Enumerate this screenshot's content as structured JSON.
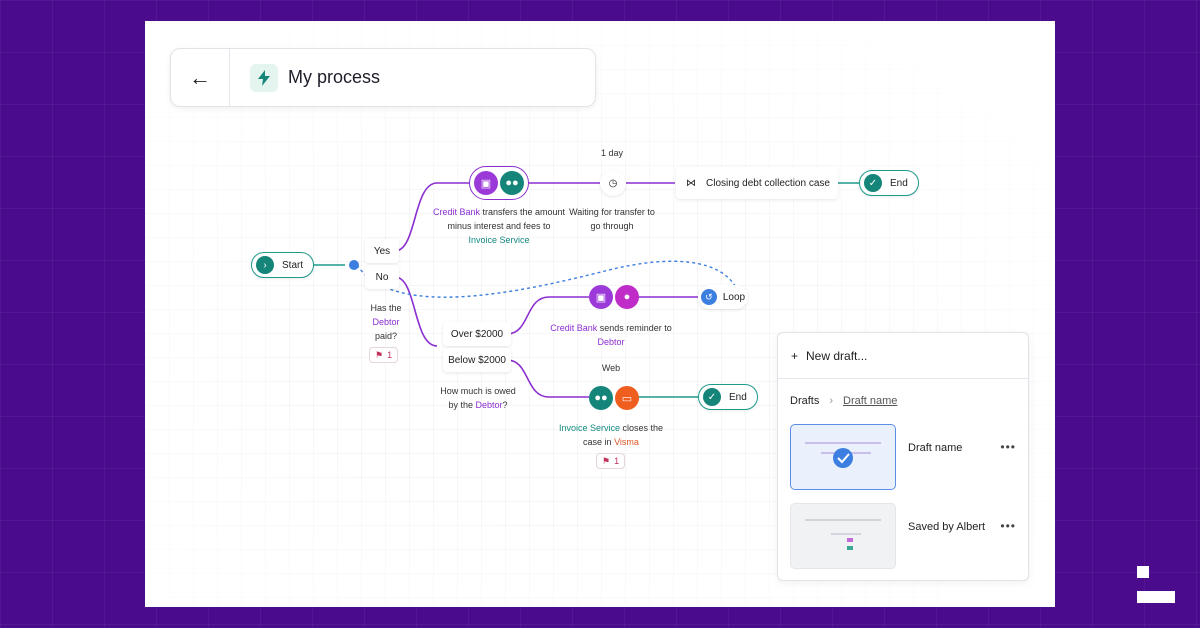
{
  "header": {
    "back_icon": "arrow-left-icon",
    "title_icon": "lightning-icon",
    "title": "My process"
  },
  "flow": {
    "start": "Start",
    "yes": "Yes",
    "no": "No",
    "question1": {
      "pre": "Has the",
      "highlight": "Debtor",
      "post": "paid?"
    },
    "flag1": "1",
    "top_step": {
      "highlight1": "Credit Bank",
      "text": "transfers the amount minus interest and fees to",
      "highlight2": "Invoice Service"
    },
    "wait": {
      "top": "1 day",
      "text": "Waiting for transfer to go through"
    },
    "closing": "Closing debt collection case",
    "end1": "End",
    "over": "Over $2000",
    "below": "Below $2000",
    "question2": {
      "text": "How much is owed by the",
      "highlight": "Debtor",
      "post": "?"
    },
    "reminder": {
      "highlight1": "Credit Bank",
      "text": "sends reminder to",
      "highlight2": "Debtor"
    },
    "loop": "Loop",
    "web": "Web",
    "close_case": {
      "highlight1": "Invoice Service",
      "text": "closes the case in",
      "highlight2": "Visma"
    },
    "flag2": "1",
    "end2": "End"
  },
  "drafts": {
    "new_draft": "New draft...",
    "crumb_root": "Drafts",
    "crumb_current": "Draft name",
    "items": [
      {
        "name": "Draft name"
      },
      {
        "name": "Saved by Albert"
      }
    ]
  },
  "colors": {
    "background": "#4a0b8c",
    "purple": "#8b2fd0",
    "teal": "#15857a",
    "orange": "#ef5e1f"
  }
}
